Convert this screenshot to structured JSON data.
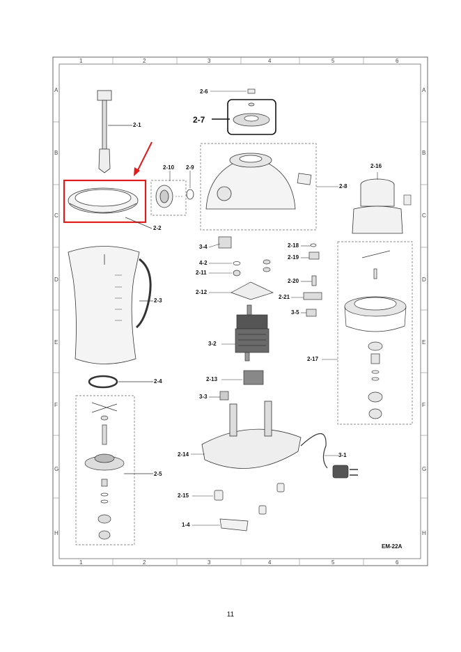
{
  "model": "EM-22A",
  "page_number": "11",
  "columns": [
    "1",
    "2",
    "3",
    "4",
    "5",
    "6"
  ],
  "rows": [
    "A",
    "B",
    "C",
    "D",
    "E",
    "F",
    "G",
    "H"
  ],
  "parts": {
    "p2_1": "2-1",
    "p2_2": "2-2",
    "p2_3": "2-3",
    "p2_4": "2-4",
    "p2_5": "2-5",
    "p2_6": "2-6",
    "p2_7": "2-7",
    "p2_8": "2-8",
    "p2_9": "2-9",
    "p2_10": "2-10",
    "p2_11": "2-11",
    "p2_12": "2-12",
    "p2_13": "2-13",
    "p2_14": "2-14",
    "p2_15": "2-15",
    "p2_16": "2-16",
    "p2_17": "2-17",
    "p2_18": "2-18",
    "p2_19": "2-19",
    "p2_20": "2-20",
    "p2_21": "2-21",
    "p3_1": "3-1",
    "p3_2": "3-2",
    "p3_3": "3-3",
    "p3_4": "3-4",
    "p3_5": "3-5",
    "p4_2": "4-2",
    "p1_4": "1-4"
  },
  "colors": {
    "highlight": "#e01b1b",
    "line": "#333333",
    "fill": "#eeeeee"
  }
}
